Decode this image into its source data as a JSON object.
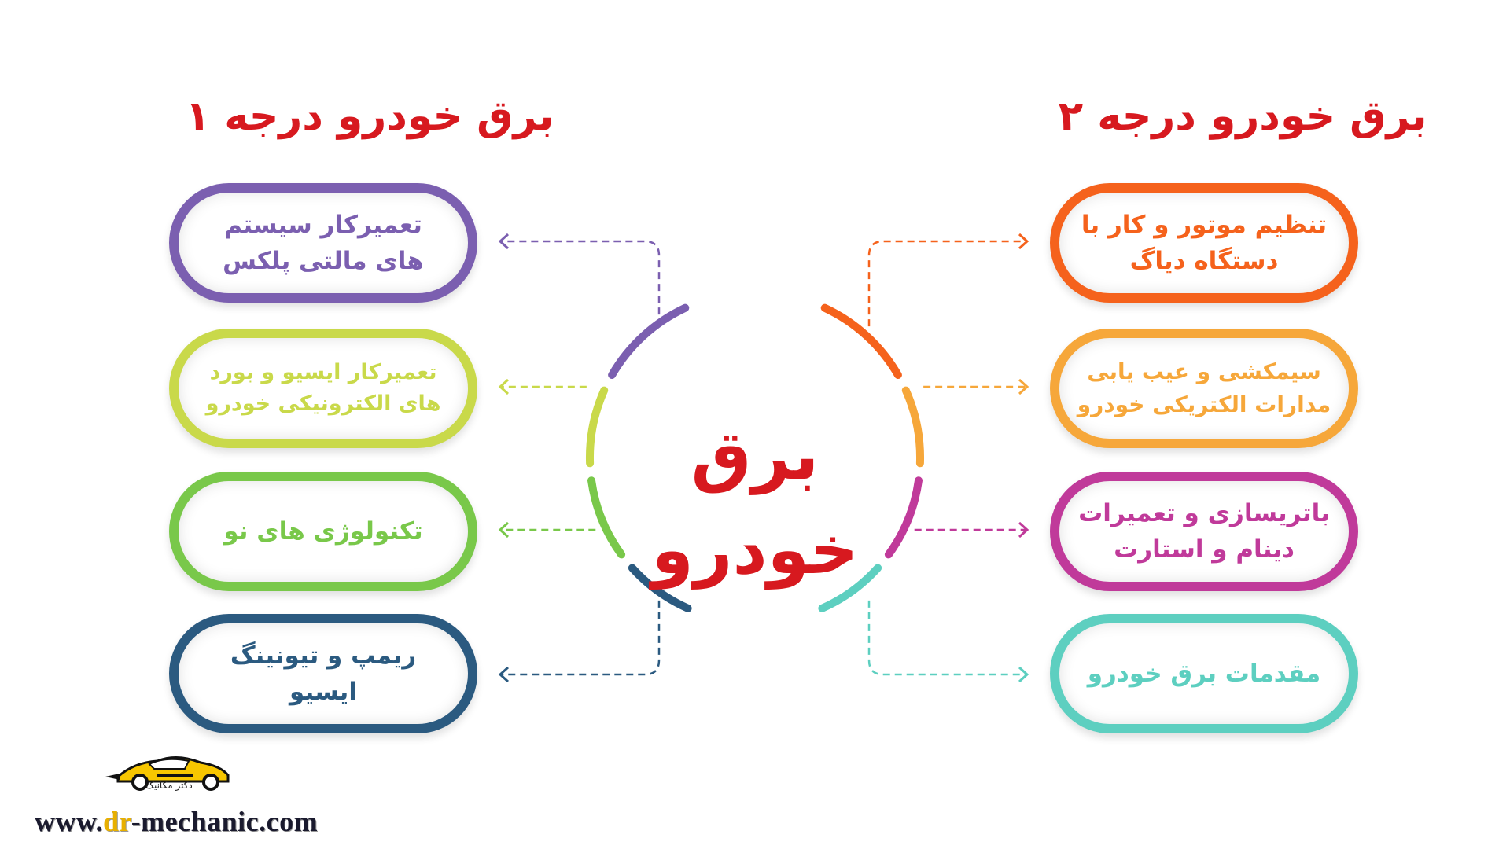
{
  "center_title": "برق خودرو",
  "headings": {
    "left": "برق خودرو درجه ۱",
    "right": "برق خودرو درجه ۲"
  },
  "left_items": [
    {
      "label": "تعمیرکار سیستم های مالتی پلکس",
      "color": "#7b5fb0"
    },
    {
      "label": "تعمیرکار ایسیو و بورد های الکترونیکی خودرو",
      "color": "#c9d94a"
    },
    {
      "label": "تکنولوژی های نو",
      "color": "#79c84a"
    },
    {
      "label": "ریمپ و تیونینگ ایسیو",
      "color": "#2b5a80"
    }
  ],
  "right_items": [
    {
      "label": "تنظیم موتور و کار با دستگاه دیاگ",
      "color": "#f5621c"
    },
    {
      "label": "سیمکشی و عیب یابی مدارات الکتریکی خودرو",
      "color": "#f6a73a"
    },
    {
      "label": "باتریسازی و تعمیرات دینام و استارت",
      "color": "#c03a9a"
    },
    {
      "label": "مقدمات برق خودرو",
      "color": "#5dcfc0"
    }
  ],
  "logo": {
    "caption": "دکتر مکانیک"
  },
  "website": {
    "prefix": "www.",
    "accent": "dr",
    "suffix": "-mechanic.com"
  },
  "colors": {
    "heading": "#d7191f",
    "center_title": "#d7191f"
  }
}
